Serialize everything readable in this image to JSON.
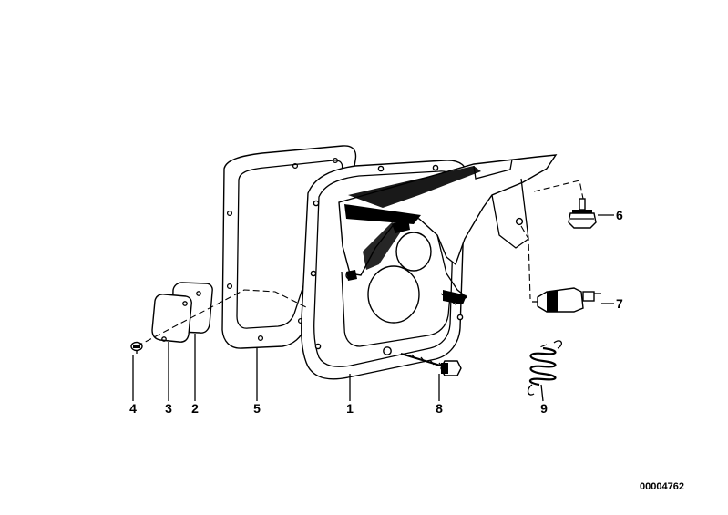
{
  "diagram": {
    "parts": [
      {
        "number": "1",
        "icon": "cover-plate-housing"
      },
      {
        "number": "2",
        "icon": "seal-plate"
      },
      {
        "number": "3",
        "icon": "cover-plate"
      },
      {
        "number": "4",
        "icon": "small-screw"
      },
      {
        "number": "5",
        "icon": "gasket"
      },
      {
        "number": "6",
        "icon": "nut-bolt"
      },
      {
        "number": "7",
        "icon": "switch"
      },
      {
        "number": "8",
        "icon": "hex-bolt"
      },
      {
        "number": "9",
        "icon": "tension-spring"
      }
    ],
    "reference_code": "00004762"
  }
}
